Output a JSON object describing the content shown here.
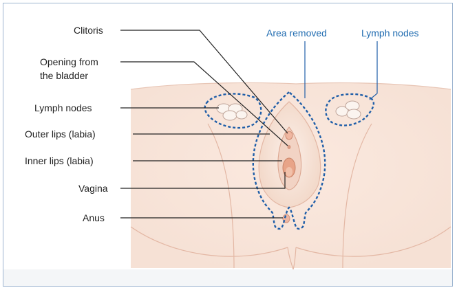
{
  "labels_left": {
    "clitoris": "Clitoris",
    "bladder_line1": "Opening from",
    "bladder_line2": "the bladder",
    "lymph_nodes": "Lymph nodes",
    "outer_lips": "Outer lips (labia)",
    "inner_lips": "Inner lips (labia)",
    "vagina": "Vagina",
    "anus": "Anus"
  },
  "labels_top": {
    "area_removed": "Area removed",
    "lymph_nodes": "Lymph nodes"
  },
  "colors": {
    "skin_light": "#fbeee6",
    "skin_mid": "#f4d9cb",
    "skin_line": "#e3b7a4",
    "dashed_outline": "#1f5ea8",
    "label_blue": "#1f6bb0",
    "leader_line": "#222222"
  }
}
